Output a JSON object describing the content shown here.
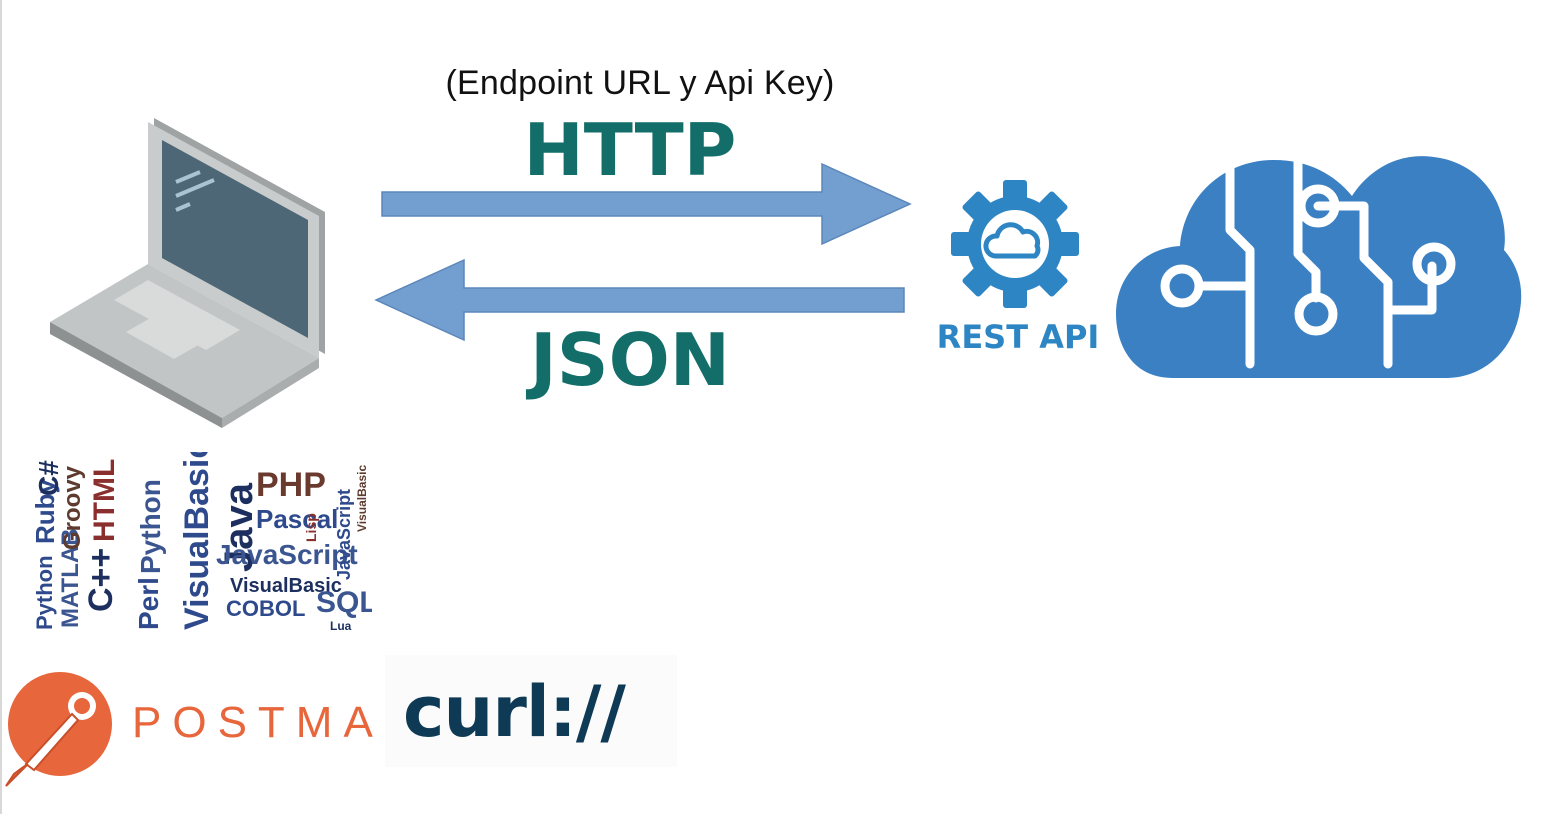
{
  "subtitle": "(Endpoint URL y Api Key)",
  "request_protocol": "HTTP",
  "response_format": "JSON",
  "service_label": "REST API",
  "languages_cloud": {
    "words": [
      "C#",
      "HTML",
      "Groovy",
      "Ruby",
      "Python",
      "MATLAB",
      "C++",
      "Perl",
      "Java",
      "VisualBasic",
      "PHP",
      "Pascal",
      "JavaScript",
      "COBOL",
      "SQL",
      "Lua",
      "Lisp"
    ]
  },
  "tools": {
    "postman": "POSTMAN",
    "curl": "curl://"
  },
  "colors": {
    "protocol_text": "#136e6a",
    "arrow_fill": "#729fcf",
    "arrow_stroke": "#5b87bb",
    "cloud_blue": "#3a80c3",
    "rest_blue": "#2d86c3",
    "postman_orange": "#e8663c",
    "curl_navy": "#0f3a55",
    "curl_green": "#2c8a6b"
  }
}
